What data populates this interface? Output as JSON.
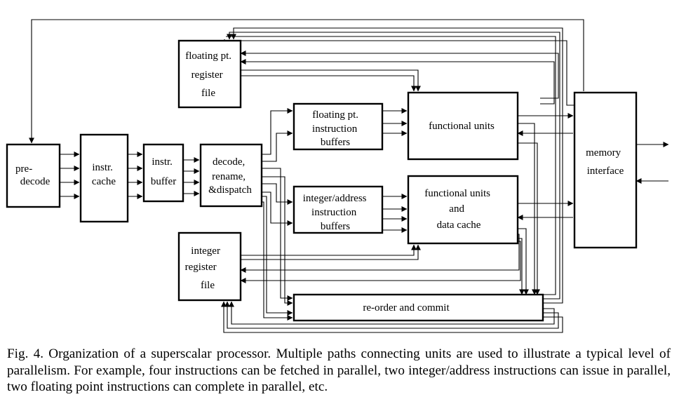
{
  "figure": {
    "blocks": {
      "predecode": [
        "pre-",
        "decode"
      ],
      "icache": [
        "instr.",
        "cache"
      ],
      "ibuffer": [
        "instr.",
        "buffer"
      ],
      "decode": [
        "decode,",
        "rename,",
        "&dispatch"
      ],
      "fpregfile": [
        "floating pt.",
        "register",
        "file"
      ],
      "fpbuffers": [
        "floating pt.",
        "instruction",
        "buffers"
      ],
      "fpunits": [
        "functional units"
      ],
      "intbuffers": [
        "integer/address",
        "instruction",
        "buffers"
      ],
      "intunits": [
        "functional units",
        "and",
        "data cache"
      ],
      "intregfile": [
        "integer",
        "register",
        "file"
      ],
      "reorder": [
        "re-order and commit"
      ],
      "memory": [
        "memory",
        "interface"
      ]
    },
    "caption": "Fig. 4. Organization of a superscalar processor.  Multiple paths connecting units are used to illustrate a typical level of parallelism.  For example, four instructions can be fetched in parallel, two integer/address instructions can issue in parallel, two floating point instructions can complete in parallel, etc."
  }
}
